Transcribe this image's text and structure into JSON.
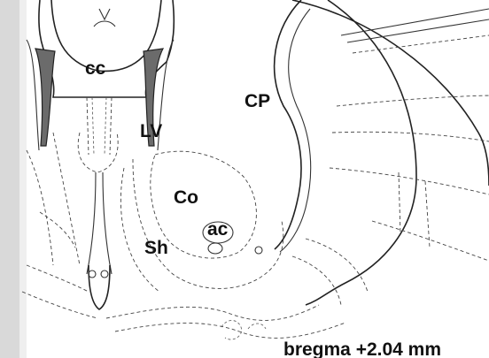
{
  "figure": {
    "labels": {
      "cc": "cc",
      "lv": "LV",
      "cp": "CP",
      "co": "Co",
      "ac": "ac",
      "sh": "Sh"
    },
    "caption": "bregma +2.04 mm"
  },
  "colors": {
    "background": "#ffffff",
    "outline": "#222222",
    "ventricle_fill": "#6b6b6b",
    "left_margin_shade": "#d9d9d9"
  }
}
